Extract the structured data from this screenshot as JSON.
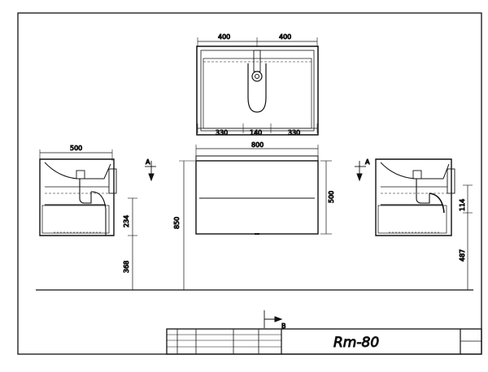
{
  "drawing": {
    "model": "Rm-80",
    "top_view": {
      "dim_left_top": "400",
      "dim_right_top": "400",
      "dim_bottom_left": "330",
      "dim_bottom_mid": "140",
      "dim_bottom_right": "330"
    },
    "front_view": {
      "width": "800",
      "height": "500",
      "mount_height": "850"
    },
    "left_side_view": {
      "depth": "500",
      "section_marker": "A",
      "drain_height": "234",
      "bottom_height": "368"
    },
    "right_side_view": {
      "section_marker": "A",
      "drain_height": "114",
      "bottom_height": "487"
    },
    "title_block": {
      "view_marker": "B"
    }
  }
}
